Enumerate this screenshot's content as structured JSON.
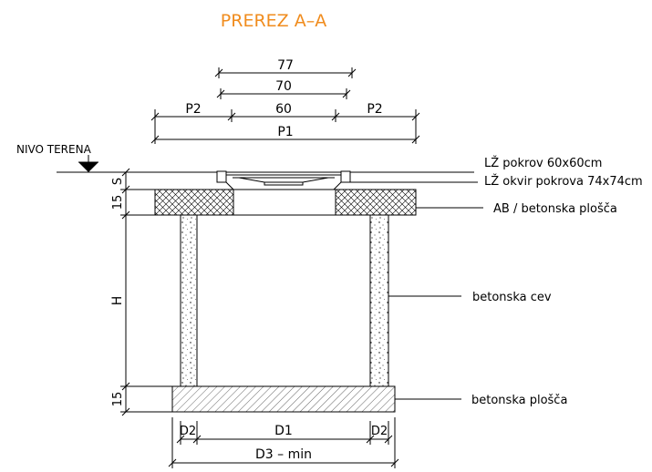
{
  "title": "PREREZ A–A",
  "colors": {
    "title": "#f08c1e",
    "lines": "#000000",
    "background": "#ffffff"
  },
  "ground_label": "NIVO TERENA",
  "top_dimensions": {
    "d77": "77",
    "d70": "70",
    "p2_left": "P2",
    "d60": "60",
    "p2_right": "P2",
    "p1": "P1"
  },
  "left_dimensions": {
    "slab_15": "15",
    "s": "S",
    "h": "H",
    "base_15": "15"
  },
  "bottom_dimensions": {
    "d2_left": "D2",
    "d1": "D1",
    "d2_right": "D2",
    "d3": "D3 – min"
  },
  "callouts": {
    "cover": "LŽ pokrov 60x60cm",
    "frame": "LŽ okvir pokrova 74x74cm",
    "slab": "AB / betonska plošča",
    "pipe": "betonska cev",
    "base": "betonska plošča"
  }
}
